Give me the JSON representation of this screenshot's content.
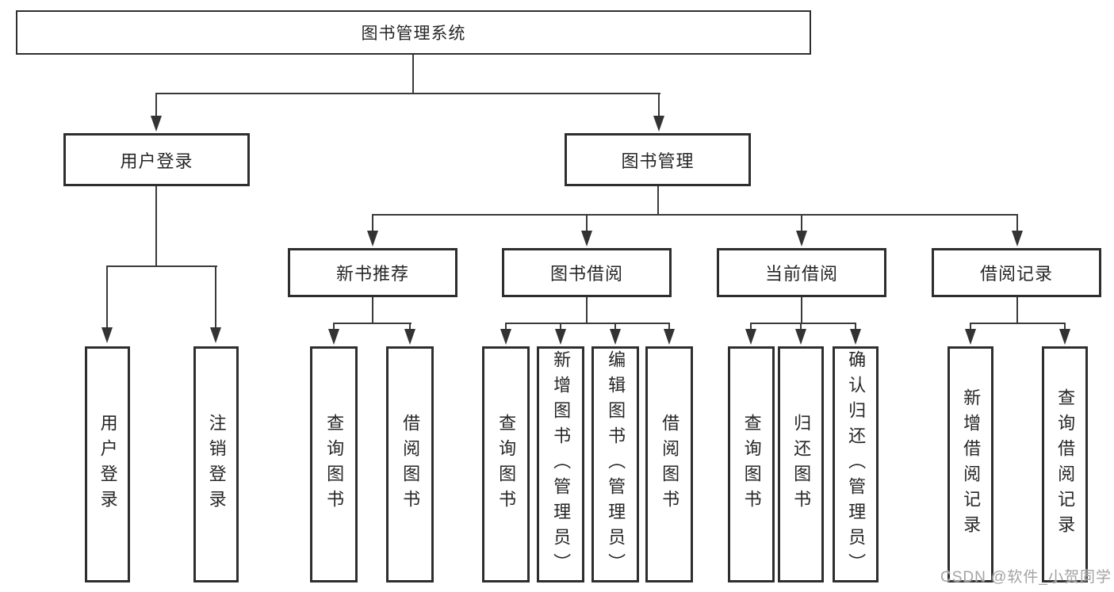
{
  "tree": {
    "root": {
      "label": "图书管理系统"
    },
    "branches": [
      {
        "label": "用户登录",
        "children": [
          {
            "label": "用户登录"
          },
          {
            "label": "注销登录"
          }
        ]
      },
      {
        "label": "图书管理",
        "children": [
          {
            "label": "新书推荐",
            "children": [
              {
                "label": "查询图书"
              },
              {
                "label": "借阅图书"
              }
            ]
          },
          {
            "label": "图书借阅",
            "children": [
              {
                "label": "查询图书"
              },
              {
                "label": "新增图书（管理员）"
              },
              {
                "label": "编辑图书（管理员）"
              },
              {
                "label": "借阅图书"
              }
            ]
          },
          {
            "label": "当前借阅",
            "children": [
              {
                "label": "查询图书"
              },
              {
                "label": "归还图书"
              },
              {
                "label": "确认归还（管理员）"
              }
            ]
          },
          {
            "label": "借阅记录",
            "children": [
              {
                "label": "新增借阅记录"
              },
              {
                "label": "查询借阅记录"
              }
            ]
          }
        ]
      }
    ]
  },
  "watermark": {
    "text": "CSDN @软件_小贺同学"
  },
  "colors": {
    "border": "#2e2e2e",
    "line": "#3a3a3a",
    "text": "#262626",
    "watermark": "#a3a3a3",
    "background": "#ffffff"
  }
}
